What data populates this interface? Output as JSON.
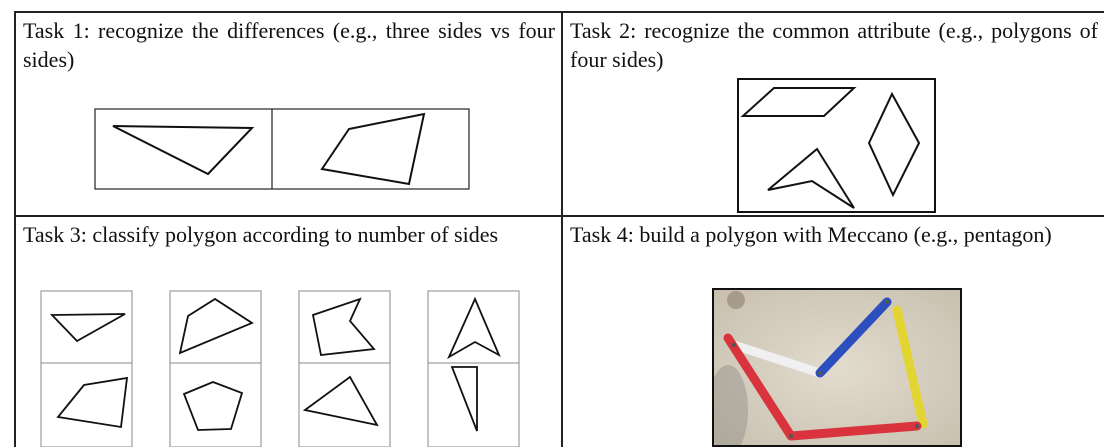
{
  "tasks": [
    {
      "title": "Task 1: recognize the differences (e.g., three sides vs four sides)"
    },
    {
      "title": "Task 2: recognize the common attribute (e.g., polygons of four sides)"
    },
    {
      "title": "Task 3: classify polygon according to number of sides"
    },
    {
      "title": "Task 4: build a polygon with Meccano (e.g., pentagon)"
    }
  ],
  "colors": {
    "floor": "#d9d2c4",
    "rod_red": "#d9343e",
    "rod_blue": "#2b4fbf",
    "rod_yellow": "#e3d531",
    "rod_white": "#eeeeee"
  }
}
